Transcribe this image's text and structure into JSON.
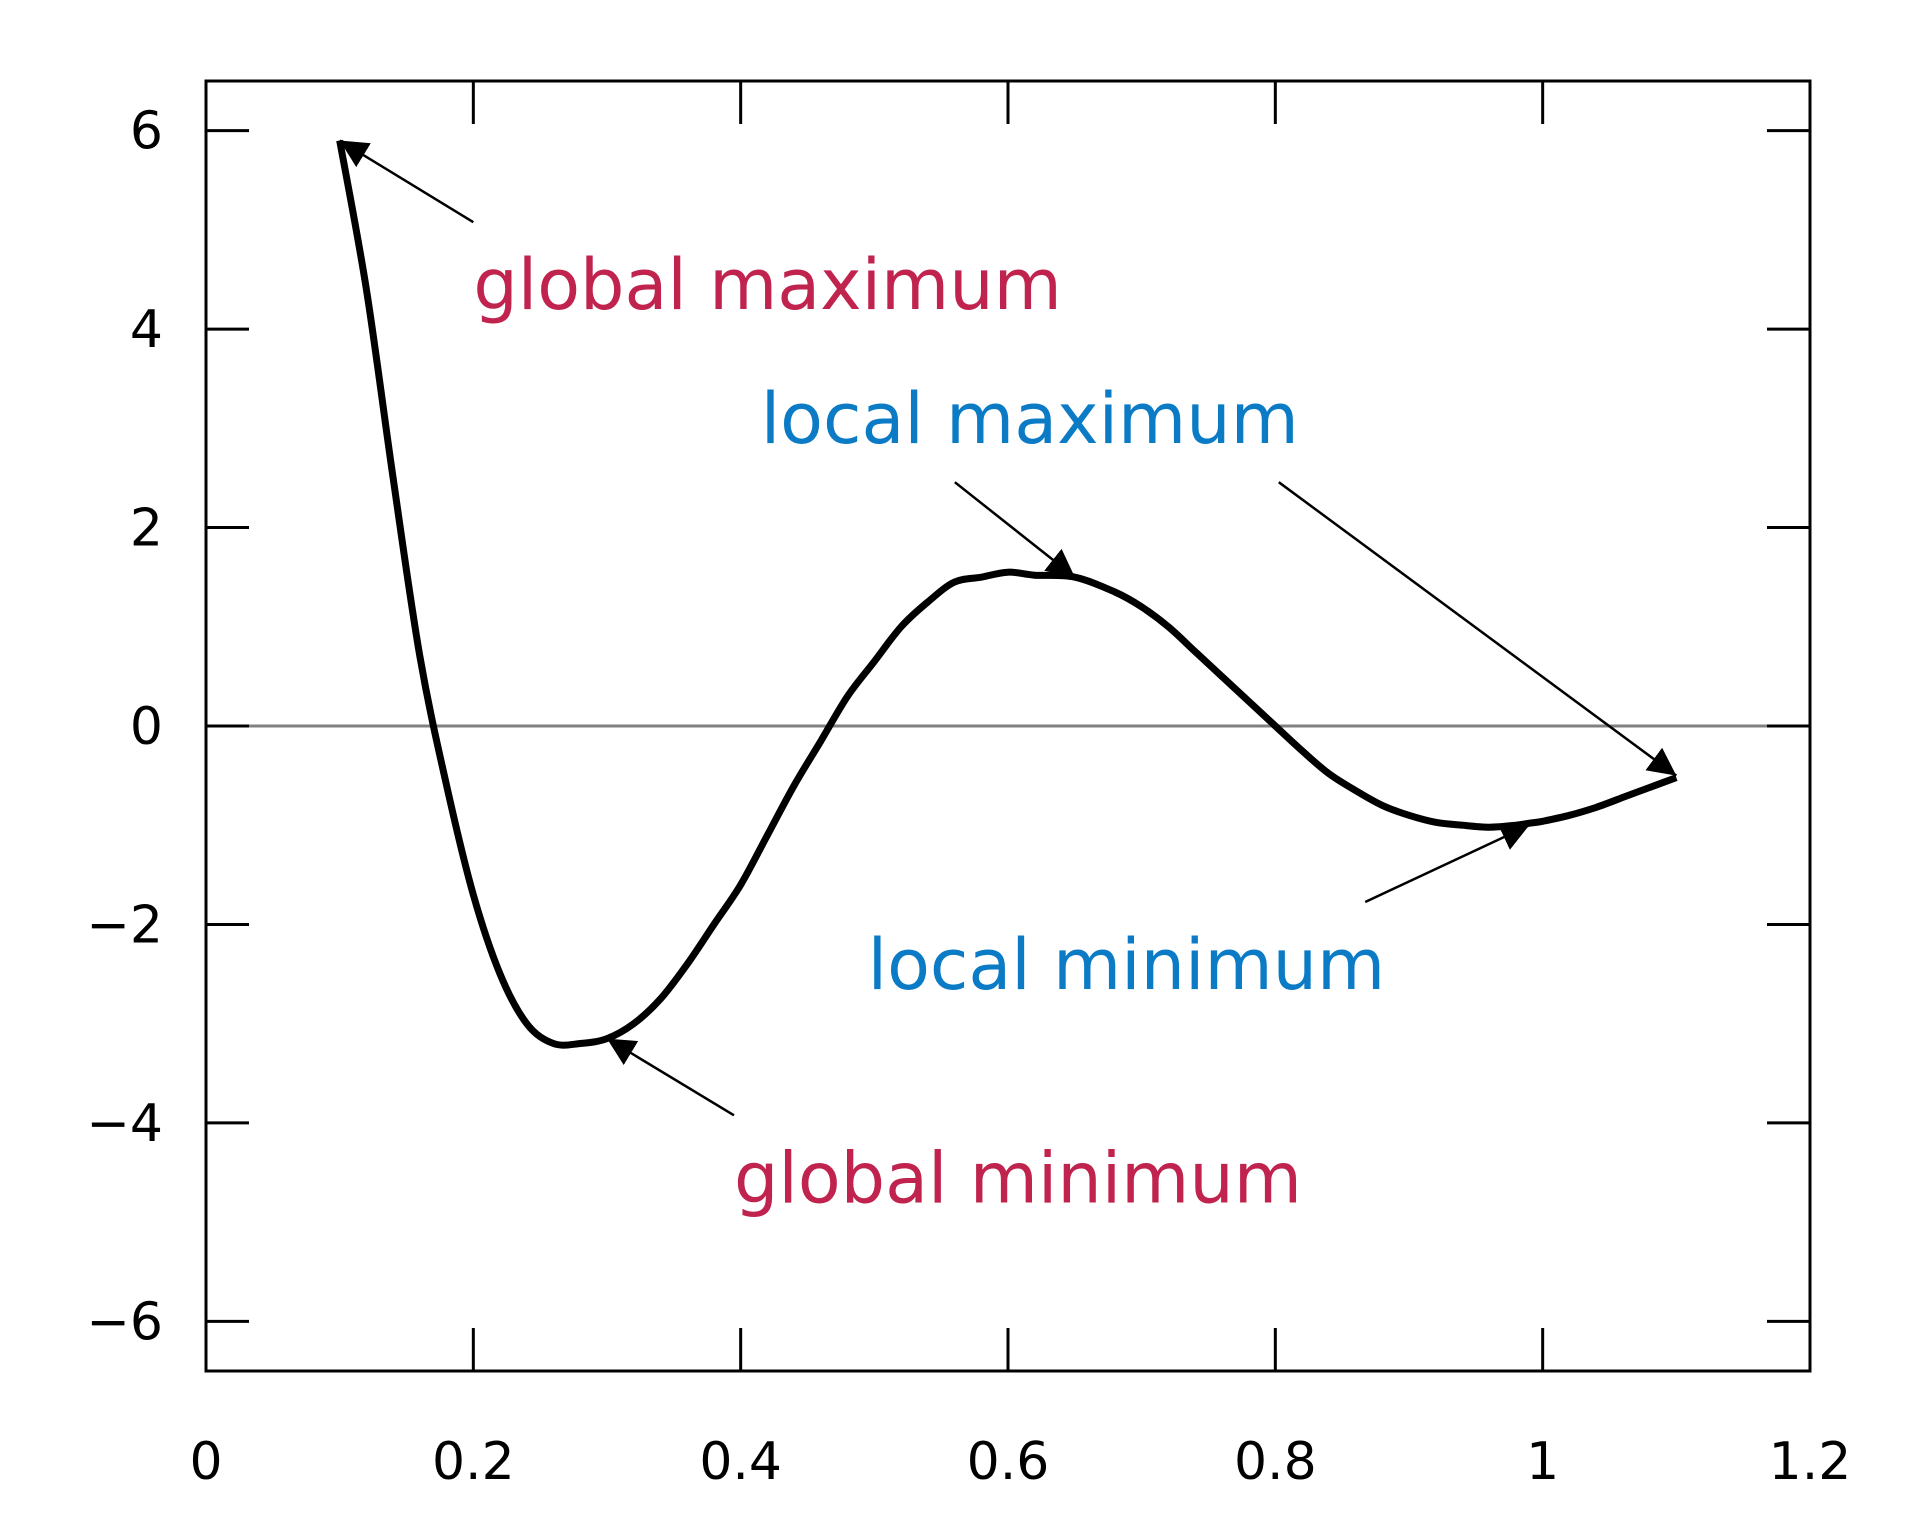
{
  "chart_data": {
    "type": "line",
    "title": "",
    "xlabel": "",
    "ylabel": "",
    "xlim": [
      0,
      1.2
    ],
    "ylim": [
      -6.5,
      6.5
    ],
    "xticks": [
      0,
      0.2,
      0.4,
      0.6,
      0.8,
      1,
      1.2
    ],
    "xtick_labels": [
      "0",
      "0.2",
      "0.4",
      "0.6",
      "0.8",
      "1",
      "1.2"
    ],
    "yticks": [
      6,
      4,
      2,
      0,
      -2,
      -4,
      -6
    ],
    "ytick_labels": [
      "6",
      "4",
      "2",
      "0",
      "−2",
      "−4",
      "−6"
    ],
    "grid": false,
    "zero_line": true,
    "series": [
      {
        "x": [
          0.1,
          0.12,
          0.14,
          0.16,
          0.18,
          0.2,
          0.22,
          0.24,
          0.26,
          0.28,
          0.3,
          0.32,
          0.34,
          0.36,
          0.38,
          0.4,
          0.42,
          0.44,
          0.46,
          0.48,
          0.5,
          0.52,
          0.54,
          0.56,
          0.58,
          0.6,
          0.62,
          0.65,
          0.68,
          0.7,
          0.72,
          0.74,
          0.76,
          0.78,
          0.8,
          0.82,
          0.84,
          0.86,
          0.88,
          0.9,
          0.92,
          0.94,
          0.96,
          0.98,
          0.99,
          1.0,
          1.02,
          1.04,
          1.06,
          1.08,
          1.1
        ],
        "y": [
          5.9,
          4.4,
          2.5,
          0.7,
          -0.6,
          -1.7,
          -2.5,
          -3.0,
          -3.2,
          -3.2,
          -3.15,
          -3.0,
          -2.75,
          -2.4,
          -2.0,
          -1.6,
          -1.1,
          -0.6,
          -0.15,
          0.3,
          0.65,
          1.0,
          1.25,
          1.45,
          1.5,
          1.55,
          1.52,
          1.5,
          1.35,
          1.2,
          1.0,
          0.75,
          0.5,
          0.25,
          0.0,
          -0.25,
          -0.48,
          -0.65,
          -0.8,
          -0.9,
          -0.97,
          -1.0,
          -1.02,
          -1.0,
          -0.98,
          -0.96,
          -0.9,
          -0.82,
          -0.72,
          -0.62,
          -0.52
        ]
      }
    ],
    "annotations": [
      {
        "text": "global maximum",
        "color": "#c0234e",
        "x": 0.2,
        "y": 4.2,
        "points_to": [
          [
            0.1,
            5.9
          ]
        ]
      },
      {
        "text": "local maximum",
        "color": "#0a7bc4",
        "x": 0.415,
        "y": 2.85,
        "points_to": [
          [
            0.65,
            1.5
          ],
          [
            1.1,
            -0.5
          ]
        ]
      },
      {
        "text": "local minimum",
        "color": "#0a7bc4",
        "x": 0.495,
        "y": -2.65,
        "points_to": [
          [
            0.99,
            -1.0
          ]
        ]
      },
      {
        "text": "global minimum",
        "color": "#c0234e",
        "x": 0.395,
        "y": -4.8,
        "points_to": [
          [
            0.3,
            -3.15
          ]
        ]
      }
    ],
    "colors": {
      "line": "#000000",
      "axis": "#000000",
      "zero_line": "#808080"
    }
  }
}
